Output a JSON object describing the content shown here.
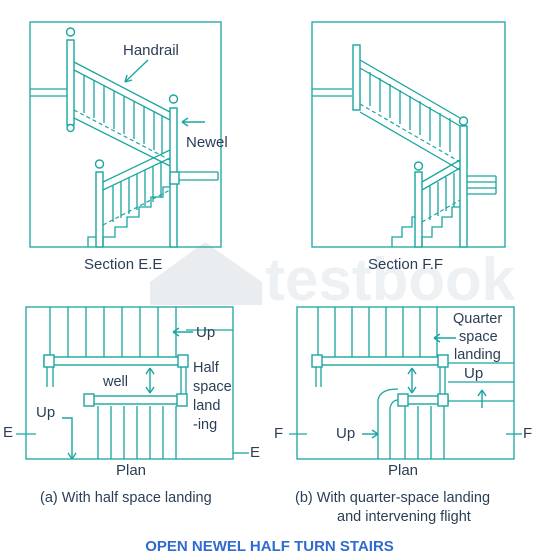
{
  "labels": {
    "handrail": "Handrail",
    "newel": "Newel",
    "section_ee": "Section E.E",
    "section_ff": "Section F.F",
    "up_a_top": "Up",
    "half": "Half",
    "space": "space",
    "land": "land",
    "ing": "-ing",
    "well": "well",
    "up_a_left": "Up",
    "e_left": "E",
    "e_right": "E",
    "plan_a": "Plan",
    "quarter": "Quarter",
    "space_b": "space",
    "landing": "landing",
    "up_b_right": "Up",
    "up_b_left": "Up",
    "f_left": "F",
    "f_right": "F",
    "plan_b": "Plan"
  },
  "captions": {
    "a": "(a) With half space landing",
    "b_line1": "(b) With quarter-space landing",
    "b_line2": "and intervening flight"
  },
  "title": "OPEN NEWEL HALF TURN STAIRS",
  "watermark": "testbook",
  "colors": {
    "line": "#1aa6a0",
    "text": "#2a3e55",
    "title": "#2f6bd0",
    "watermark": "#e9edf0"
  }
}
